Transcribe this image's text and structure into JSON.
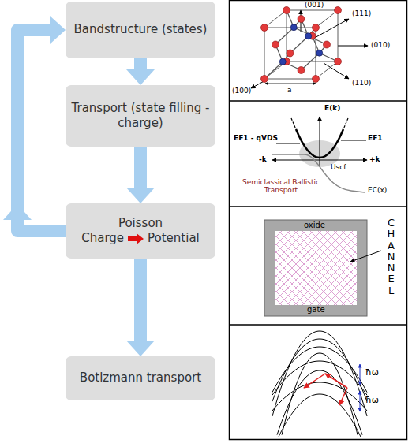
{
  "diagram": {
    "nodes": [
      {
        "text": [
          "Bandstructure (states)"
        ]
      },
      {
        "text": [
          "Transport (state filling - charge)"
        ]
      },
      {
        "text": [
          "Poisson",
          "Charge",
          "Potential"
        ]
      },
      {
        "text": [
          "Botlzmann transport"
        ]
      }
    ],
    "edges": [
      {
        "from": 0,
        "to": 1,
        "arrow": "to"
      },
      {
        "from": 1,
        "to": 2,
        "arrow": "to"
      },
      {
        "from": 2,
        "to": 3,
        "arrow": "to"
      },
      {
        "from": 2,
        "to": 0,
        "arrow": "to"
      }
    ],
    "labels": [
      "(001)",
      "(111)",
      "(010)",
      "(110)",
      "(100)",
      "a",
      "E(k)",
      "EF1",
      "EF1 - qVDS",
      "-k",
      "+k",
      "Uscf",
      "Semiclassical Ballistic Transport",
      "EC(x)",
      "oxide",
      "CHANNEL",
      "gate",
      "ħω",
      "ħω"
    ]
  }
}
